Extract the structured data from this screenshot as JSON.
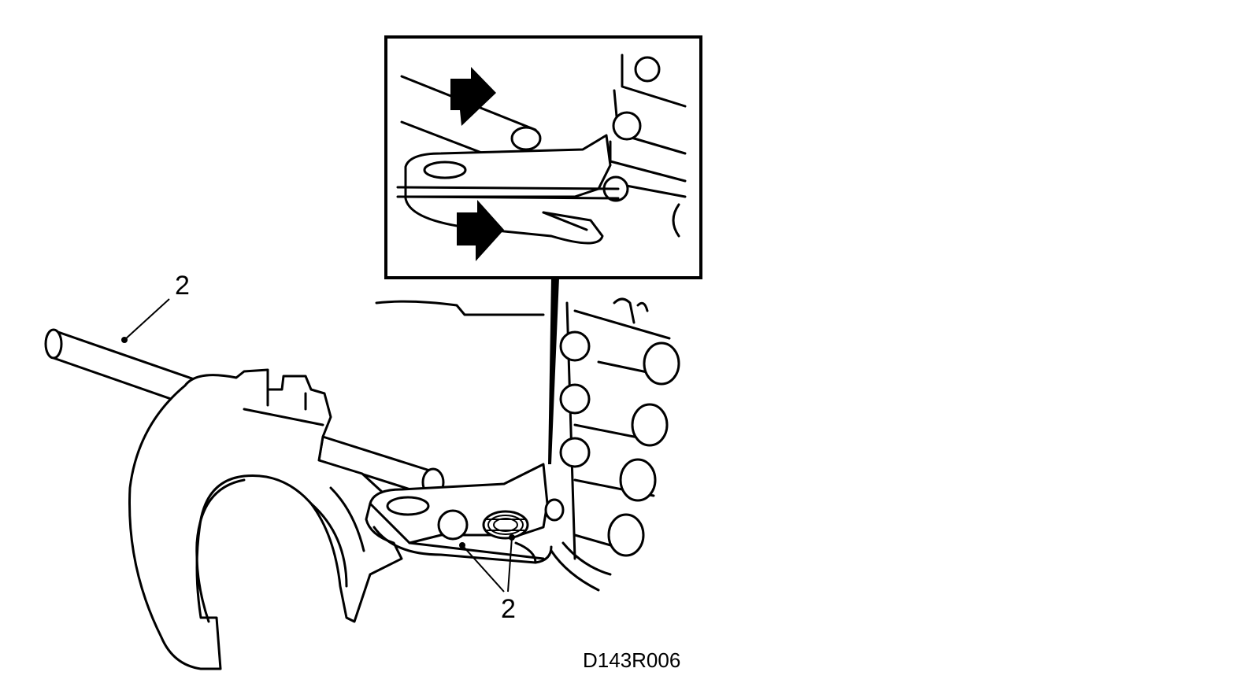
{
  "diagram": {
    "callouts": {
      "shift_rod": "2",
      "ball_and_spring": "2"
    },
    "figure_code": "D143R006"
  }
}
